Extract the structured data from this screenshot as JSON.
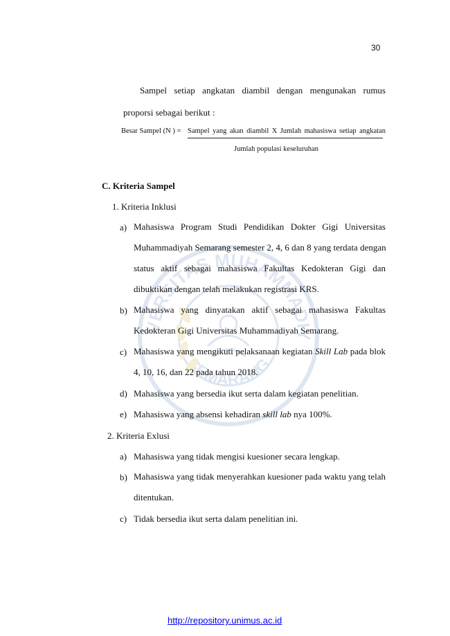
{
  "page_number": "30",
  "intro": {
    "line1": "Sampel setiap angkatan diambil dengan mengunakan rumus",
    "line2": "proporsi sebagai berikut :"
  },
  "formula": {
    "label": "Besar Sampel (N ) =",
    "numerator": "Sampel yang akan diambil X Jumlah mahasiswa setiap angkatan",
    "denominator": "Jumlah populasi keseluruhan"
  },
  "section_heading": "C. Kriteria Sampel",
  "inclusion": {
    "title": "1. Kriteria Inklusi",
    "items": [
      {
        "marker": "a)",
        "lines": [
          "Mahasiswa Program Studi Pendidikan Dokter Gigi Universitas",
          "Muhammadiyah Semarang semester 2, 4, 6 dan 8 yang terdata dengan",
          "status aktif sebagai mahasiswa Fakultas Kedokteran Gigi dan",
          "dibuktikan dengan telah melakukan registrasi KRS."
        ]
      },
      {
        "marker": "b)",
        "lines": [
          "Mahasiswa yang dinyatakan aktif sebagai mahasiswa Fakultas",
          "Kedokteran Gigi Universitas Muhammadiyah Semarang."
        ]
      },
      {
        "marker": "c)",
        "line1_before": "Mahasiswa yang mengikuti pelaksanaan kegiatan ",
        "line1_italic": "Skill Lab",
        "line1_after": " pada blok",
        "line2": "4, 10, 16, dan 22 pada tahun 2018."
      },
      {
        "marker": "d)",
        "text": "Mahasiswa yang bersedia ikut serta dalam kegiatan penelitian."
      },
      {
        "marker": "e)",
        "before": "Mahasiswa yang absensi kehadiran ",
        "italic": "skill lab",
        "after": " nya 100%."
      }
    ]
  },
  "exclusion": {
    "title": "2. Kriteria Exlusi",
    "items": [
      {
        "marker": "a)",
        "text": "Mahasiswa yang tidak mengisi kuesioner secara lengkap."
      },
      {
        "marker": "b)",
        "line1": "Mahasiswa yang tidak menyerahkan kuesioner pada waktu yang telah",
        "line2": "ditentukan."
      },
      {
        "marker": "c)",
        "text": "Tidak bersedia ikut serta dalam penelitian ini."
      }
    ]
  },
  "watermark": {
    "top_text": "UNIVERSITAS MUHAMMADIYAH",
    "bottom_text": "SEMARANG",
    "color": "#6a8fc4"
  },
  "footer_link": "http://repository.unimus.ac.id"
}
